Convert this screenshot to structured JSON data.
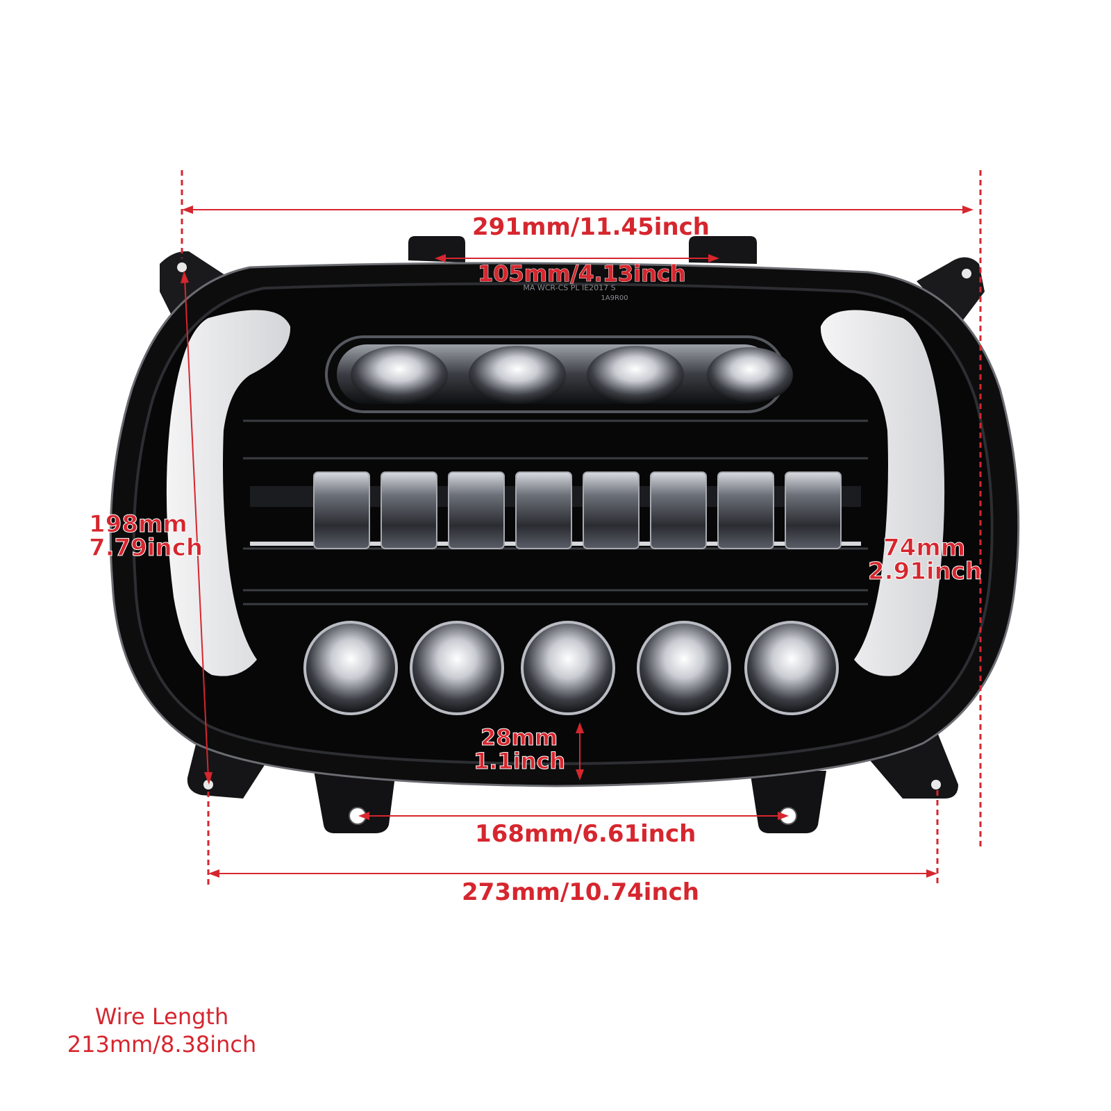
{
  "dimensions": {
    "overall_width": "291mm/11.45inch",
    "top_mount_spacing": "105mm/4.13inch",
    "height_mm": "198mm",
    "height_inch": "7.79inch",
    "lamp_block_height_mm": "74mm",
    "lamp_block_height_inch": "2.91inch",
    "lower_gap_mm": "28mm",
    "lower_gap_inch": "1.1inch",
    "bottom_mount_spacing": "168mm/6.61inch",
    "bottom_width": "273mm/10.74inch"
  },
  "wire": {
    "title": "Wire Length",
    "value": "213mm/8.38inch"
  },
  "lens_marking": {
    "line1": "MA WCR-CS PL IE2017 S",
    "line2": "1A9R00"
  },
  "colors": {
    "dimension_red": "#d6262e",
    "housing_black": "#0b0b0c",
    "drl_white": "#e9e9ea"
  }
}
